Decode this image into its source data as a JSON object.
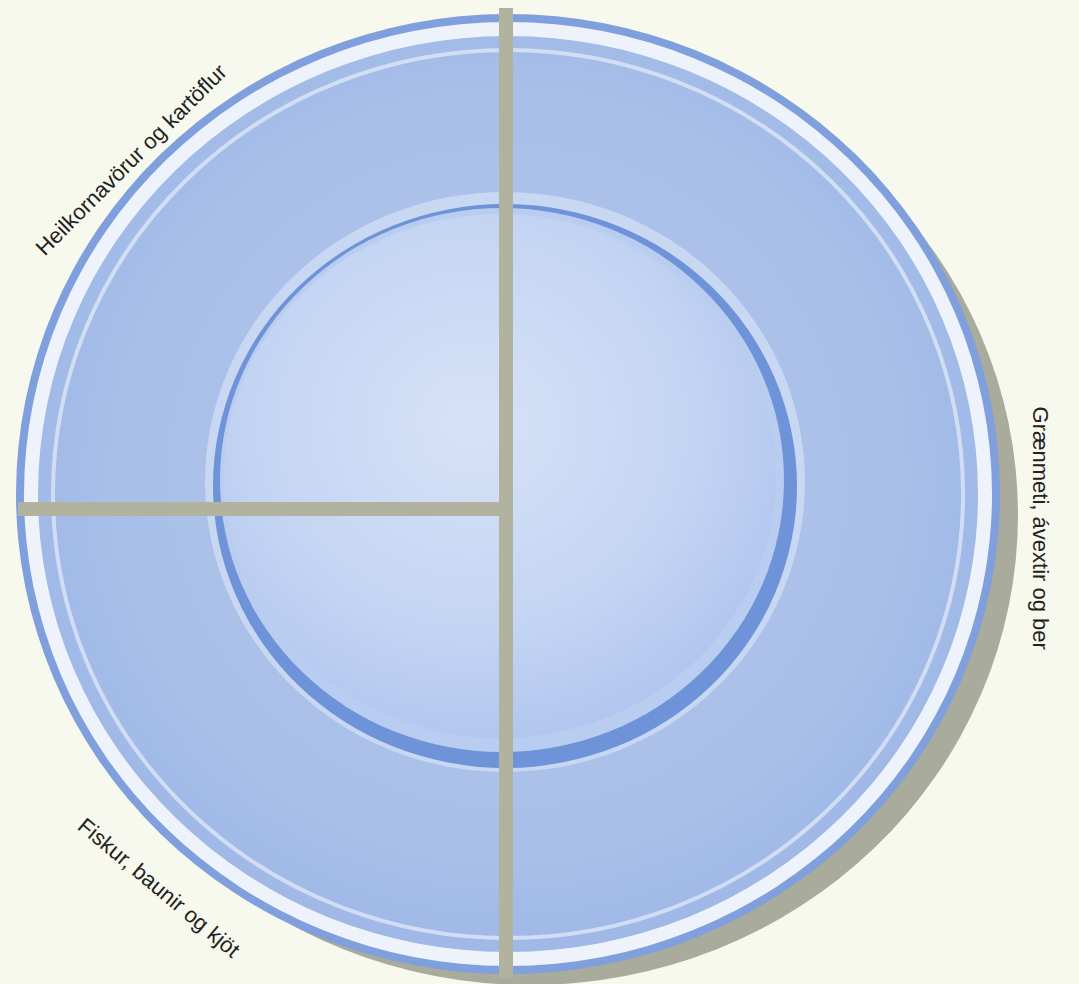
{
  "diagram": {
    "labels": [
      "Heilkornavörur og kartöflur",
      "Grænmeti, ávextir og ber",
      "Fiskur, baunir og kjöt"
    ]
  }
}
